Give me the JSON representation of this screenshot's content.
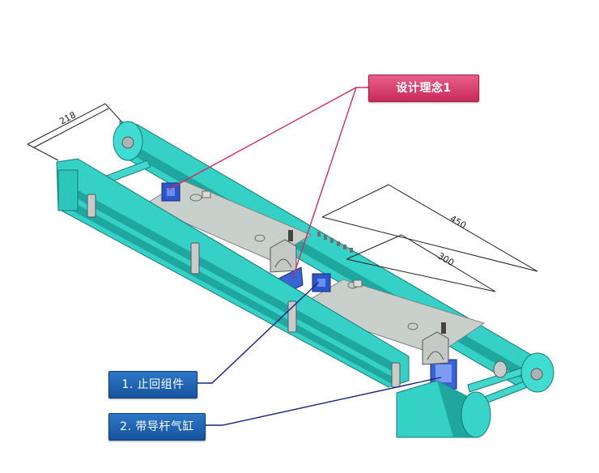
{
  "colors": {
    "frame": "#35d0c6",
    "frame_dark": "#1e9f98",
    "plate": "#c9d0cc",
    "cylinder_blue": "#2f56c8",
    "callout_pink": "#d63a68",
    "callout_blue": "#1f64b4",
    "leader_pink": "#d02c62",
    "leader_blue": "#1a237e"
  },
  "dimensions": {
    "width_label": "218",
    "length_label": "450",
    "stroke_label": "300"
  },
  "callouts": {
    "design": "设计理念1",
    "stop_assembly": "1. 止回组件",
    "guided_cylinder": "2. 带导杆气缸"
  }
}
